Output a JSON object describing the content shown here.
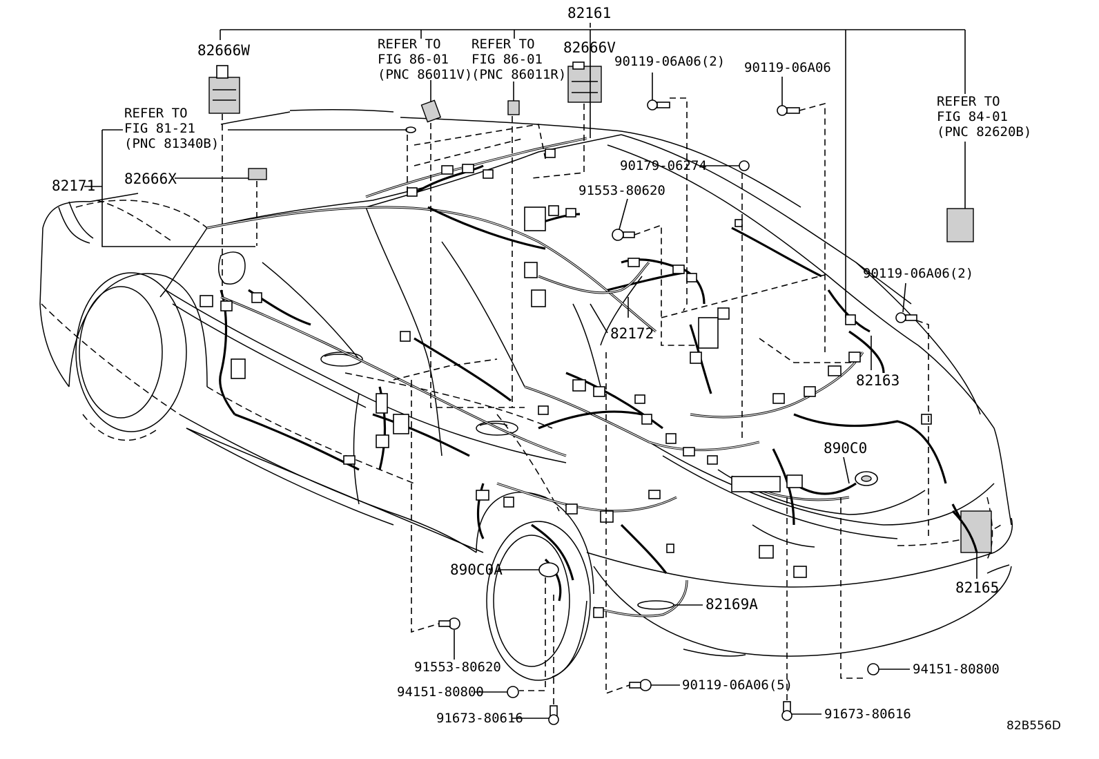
{
  "diagram_code": "82B556D",
  "labels": {
    "top": "82161",
    "p82666W": "82666W",
    "p82666V": "82666V",
    "p82666X": "82666X",
    "p82171": "82171",
    "p82172": "82172",
    "p82163": "82163",
    "p82165": "82165",
    "p890C0": "890C0",
    "p890C0A": "890C0A",
    "p82169A": "82169A",
    "b90119_2_top": "90119-06A06(2)",
    "b90119_top": "90119-06A06",
    "b90179": "90179-06274",
    "b91553_top": "91553-80620",
    "b90119_2_right": "90119-06A06(2)",
    "b91553_bottom": "91553-80620",
    "b94151_left": "94151-80800",
    "b94151_right": "94151-80800",
    "b90119_5": "90119-06A06(5)",
    "b91673_left": "91673-80616",
    "b91673_right": "91673-80616"
  },
  "refer_notes": {
    "fig8121": [
      "REFER TO",
      "FIG 81-21",
      "(PNC 81340B)"
    ],
    "fig8601v": [
      "REFER TO",
      "FIG 86-01",
      "(PNC 86011V)"
    ],
    "fig8601r": [
      "REFER TO",
      "FIG 86-01",
      "(PNC 86011R)"
    ],
    "fig8401": [
      "REFER TO",
      "FIG 84-01",
      "(PNC 82620B)"
    ]
  }
}
